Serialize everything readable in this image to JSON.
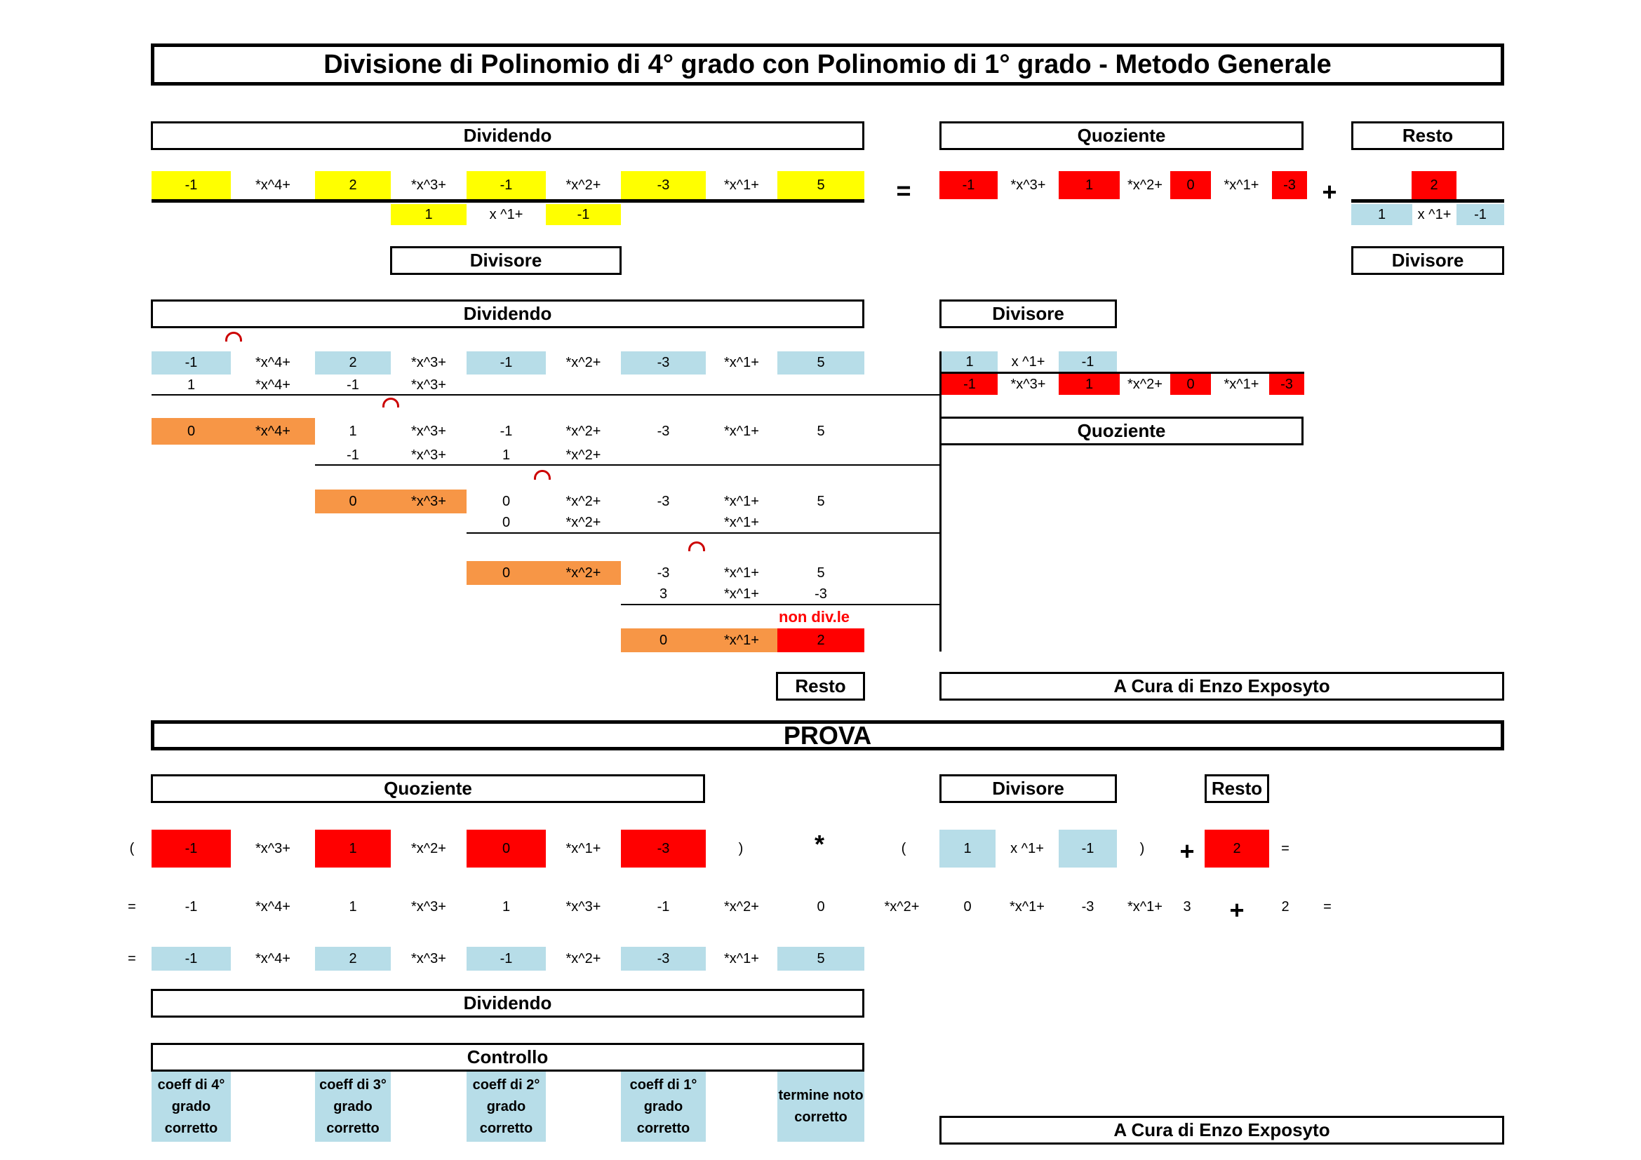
{
  "title": "Divisione di Polinomio di 4° grado con Polinomio di 1° grado - Metodo Generale",
  "labels": {
    "dividendo": "Dividendo",
    "quoziente": "Quoziente",
    "resto": "Resto",
    "divisore": "Divisore",
    "prova": "PROVA",
    "controllo": "Controllo",
    "credit": "A Cura di Enzo Exposyto",
    "non_divisibile": "non div.le"
  },
  "terms": {
    "x4": "*x^4+",
    "x3": "*x^3+",
    "x2": "*x^2+",
    "x1": "*x^1+",
    "divisor_x1": "x ^1+"
  },
  "symbols": {
    "equals": "=",
    "plus": "+",
    "times": "*",
    "open_paren": "(",
    "close_paren": ")"
  },
  "dividend": [
    "-1",
    "2",
    "-1",
    "-3",
    "5"
  ],
  "divisor": [
    "1",
    "-1"
  ],
  "quotient": [
    "-1",
    "1",
    "0",
    "-3"
  ],
  "remainder": "2",
  "steps": {
    "row1_sub": [
      "1",
      "-1"
    ],
    "row2": [
      "0",
      "1",
      "-1",
      "-3",
      "5"
    ],
    "row2_sub": [
      "-1",
      "1"
    ],
    "row3": [
      "0",
      "0",
      "-3",
      "5"
    ],
    "row3_sub": [
      "0"
    ],
    "row4": [
      "0",
      "-3",
      "5"
    ],
    "row4_sub": [
      "3",
      "-3"
    ],
    "row5": [
      "0",
      "2"
    ]
  },
  "check": {
    "expanded": [
      "-1",
      "1",
      "1",
      "-1",
      "0",
      "0",
      "-3",
      "3",
      "2"
    ],
    "result": [
      "-1",
      "2",
      "-1",
      "-3",
      "5"
    ],
    "controls": [
      "coeff di 4° grado corretto",
      "coeff di 3° grado corretto",
      "coeff di 2° grado corretto",
      "coeff di 1° grado corretto",
      "termine noto corretto"
    ]
  },
  "colors": {
    "yellow": "#ffff00",
    "red": "#ff0000",
    "light_blue": "#b7dde8",
    "orange": "#f79646",
    "arc_red": "#cc0000"
  }
}
